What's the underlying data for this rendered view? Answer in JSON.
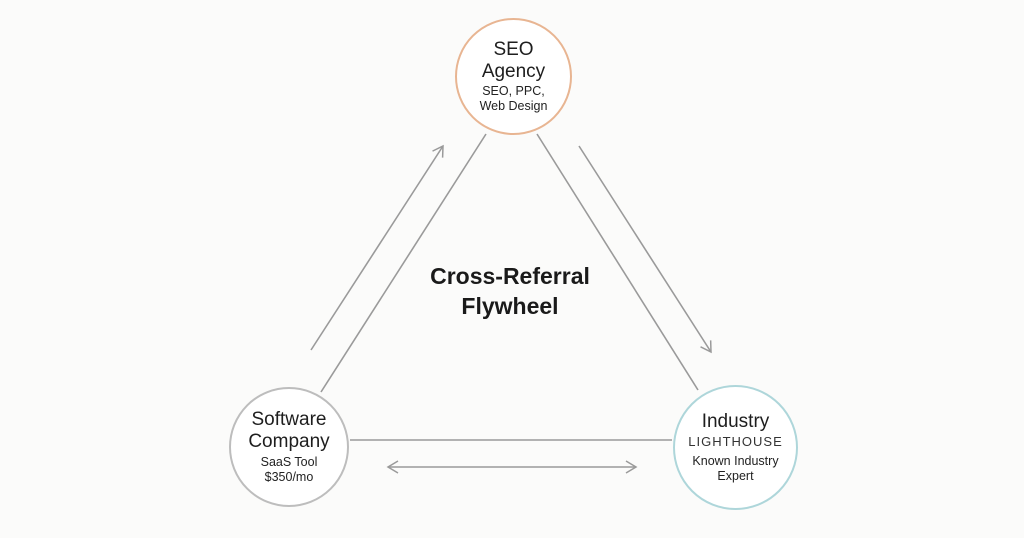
{
  "diagram": {
    "title_line1": "Cross-Referral",
    "title_line2": "Flywheel",
    "nodes": {
      "seo": {
        "name_line1": "SEO",
        "name_line2": "Agency",
        "detail_line1": "SEO, PPC,",
        "detail_line2": "Web Design",
        "border_color": "#e8b592"
      },
      "software": {
        "name_line1": "Software",
        "name_line2": "Company",
        "detail_line1": "SaaS Tool",
        "detail_line2": "$350/mo",
        "border_color": "#bdbdbd"
      },
      "industry": {
        "name_line1": "Industry",
        "tag": "LIGHTHOUSE",
        "detail_line1": "Known Industry",
        "detail_line2": "Expert",
        "border_color": "#aed6da"
      }
    },
    "connector_color": "#9a9a9a"
  }
}
